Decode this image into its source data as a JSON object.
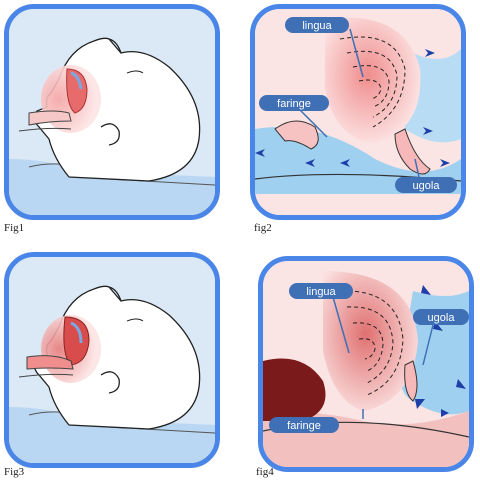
{
  "figures": [
    {
      "caption": "Fig1"
    },
    {
      "caption": "fig2",
      "labels": {
        "tongue": "lingua",
        "pharynx": "faringe",
        "uvula": "ugola"
      }
    },
    {
      "caption": "Fig3"
    },
    {
      "caption": "fig4",
      "labels": {
        "tongue": "lingua",
        "pharynx": "faringe",
        "uvula": "ugola"
      }
    }
  ],
  "colors": {
    "frame": "#4a86e8",
    "airway": "#9fd0f0",
    "tissue": "#f3a7a7",
    "label_bg": "#3f6fb5"
  }
}
